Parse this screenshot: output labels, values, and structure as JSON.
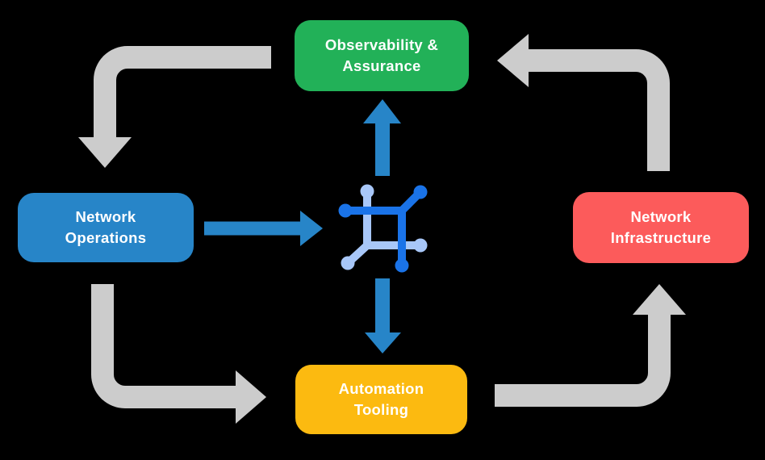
{
  "colors": {
    "background": "#000000",
    "arrow_gray": "#cccccc",
    "arrow_blue": "#2785c8",
    "icon_dark": "#1a73e8",
    "icon_light": "#a8c7f8",
    "text": "#ffffff",
    "node_observability": "#22b158",
    "node_operations": "#2785c8",
    "node_infrastructure": "#fc5b5b",
    "node_automation": "#fcba10"
  },
  "nodes": {
    "observability": {
      "label": "Observability &\nAssurance"
    },
    "operations": {
      "label": "Network\nOperations"
    },
    "infrastructure": {
      "label": "Network\nInfrastructure"
    },
    "automation": {
      "label": "Automation\nTooling"
    }
  },
  "icons": {
    "center": "network-automation-icon"
  }
}
